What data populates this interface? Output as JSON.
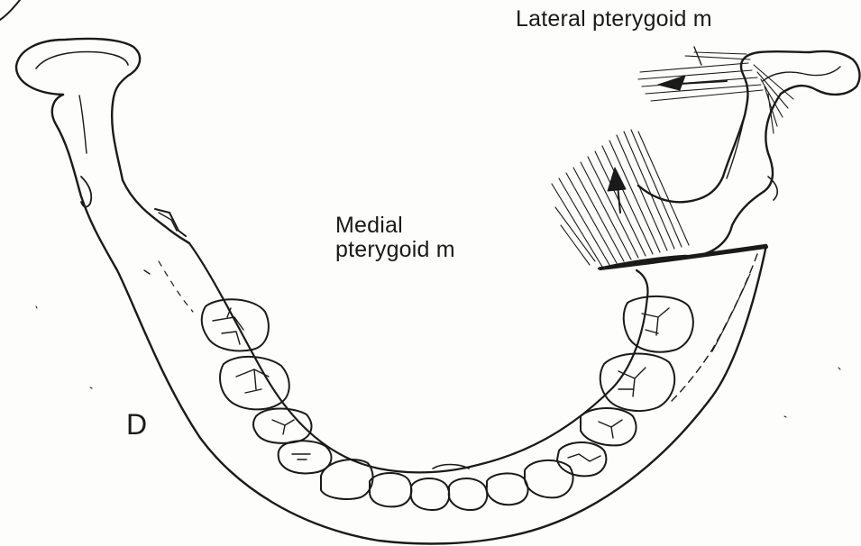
{
  "labels": {
    "lateral_pterygoid": "Lateral pterygoid m",
    "medial_pterygoid_line1": "Medial",
    "medial_pterygoid_line2": "pterygoid m",
    "panel_letter": "D"
  },
  "colors": {
    "ink": "#1a1a1a",
    "paper": "#fdfdfc"
  }
}
